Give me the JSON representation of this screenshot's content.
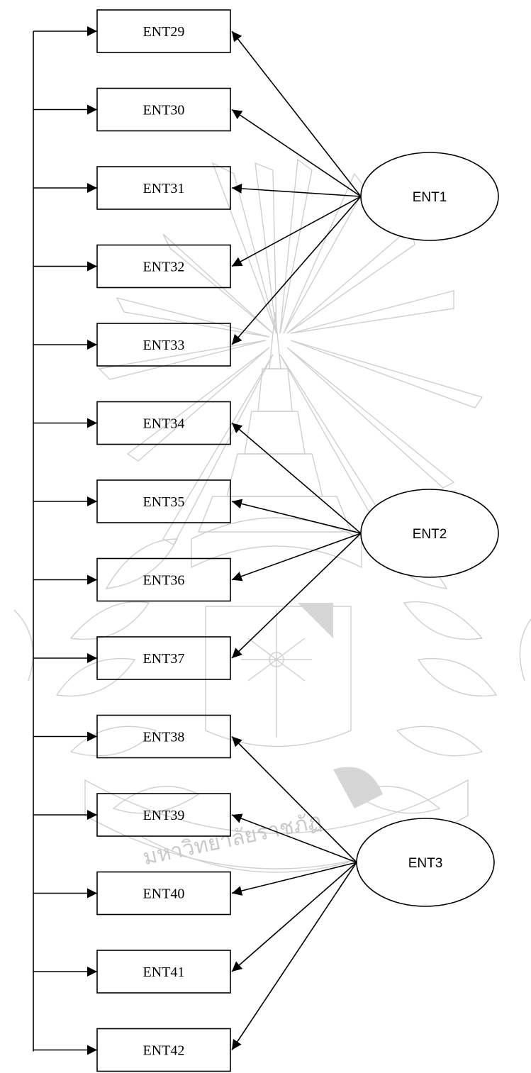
{
  "diagram": {
    "indicators": [
      "ENT29",
      "ENT30",
      "ENT31",
      "ENT32",
      "ENT33",
      "ENT34",
      "ENT35",
      "ENT36",
      "ENT37",
      "ENT38",
      "ENT39",
      "ENT40",
      "ENT41",
      "ENT42"
    ],
    "factors": [
      {
        "label": "ENT1",
        "indicators": [
          "ENT29",
          "ENT30",
          "ENT31",
          "ENT32",
          "ENT33"
        ]
      },
      {
        "label": "ENT2",
        "indicators": [
          "ENT34",
          "ENT35",
          "ENT36",
          "ENT37"
        ]
      },
      {
        "label": "ENT3",
        "indicators": [
          "ENT38",
          "ENT39",
          "ENT40",
          "ENT41",
          "ENT42"
        ]
      }
    ]
  },
  "watermark": {
    "text": "มหาวิทยาลัยราชภัฏ",
    "color": "#cfcfcf"
  },
  "colors": {
    "line": "#000000",
    "background": "#ffffff"
  }
}
